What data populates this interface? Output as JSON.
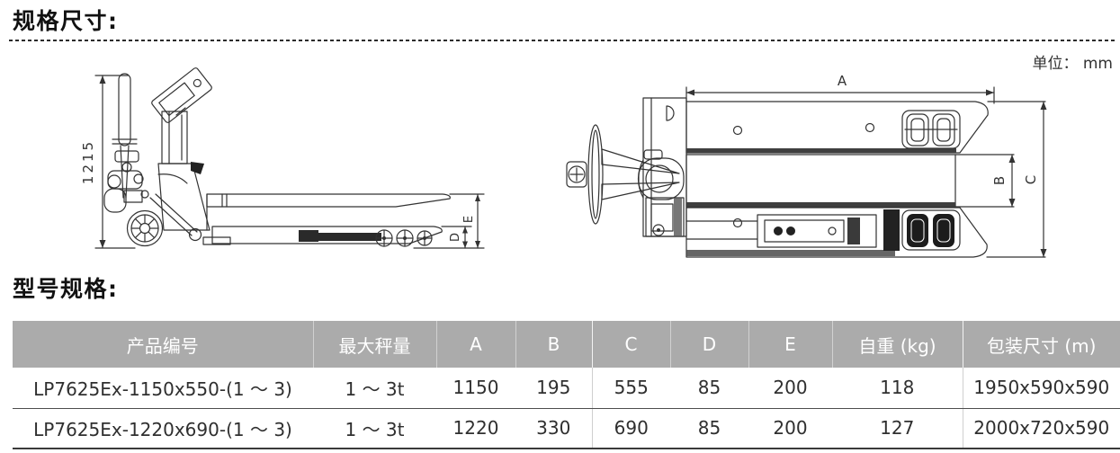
{
  "page": {
    "spec_heading": "规格尺寸:",
    "model_heading": "型号规格:",
    "unit_label": "单位： mm"
  },
  "diagram": {
    "side_view": {
      "height_dim": "1215",
      "dim_d": "D",
      "dim_e": "E"
    },
    "top_view": {
      "dim_a": "A",
      "dim_b": "B",
      "dim_c": "C"
    }
  },
  "table": {
    "headers": [
      "产品编号",
      "最大秤量",
      "A",
      "B",
      "C",
      "D",
      "E",
      "自重 (kg)",
      "包装尺寸 (m)"
    ],
    "rows": [
      [
        "LP7625Ex-1150x550-(1 ～ 3)",
        "1 ～ 3t",
        "1150",
        "195",
        "555",
        "85",
        "200",
        "118",
        "1950x590x590"
      ],
      [
        "LP7625Ex-1220x690-(1 ～ 3)",
        "1 ～ 3t",
        "1220",
        "330",
        "690",
        "85",
        "200",
        "127",
        "2000x720x590"
      ]
    ]
  },
  "colors": {
    "table_header_bg": "#ababab",
    "line_art": "#333333"
  }
}
